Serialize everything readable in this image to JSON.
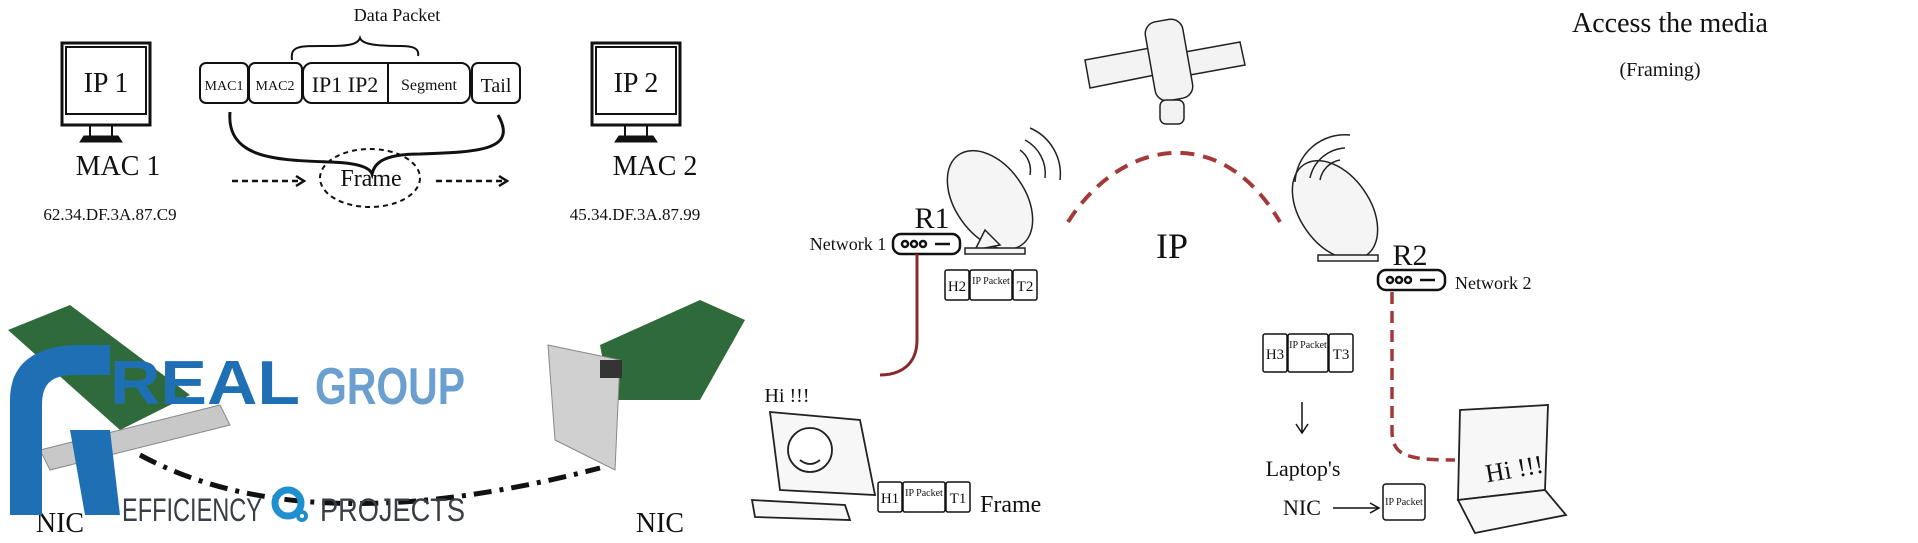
{
  "left_diagram": {
    "host1": {
      "ip_label": "IP 1",
      "mac_label": "MAC 1",
      "mac_address": "62.34.DF.3A.87.C9"
    },
    "host2": {
      "ip_label": "IP 2",
      "mac_label": "MAC 2",
      "mac_address": "45.34.DF.3A.87.99"
    },
    "data_packet_label": "Data Packet",
    "frame_fields": [
      "MAC1",
      "MAC2",
      "IP1 IP2",
      "Segment",
      "Tail"
    ],
    "frame_label": "Frame",
    "nic_left_label": "NIC",
    "nic_right_label": "NIC"
  },
  "logo": {
    "line1_dark": "REAL",
    "line1_light": "GROUP",
    "line2_left": "EFFICIENCY",
    "line2_right": "PROJECTS",
    "colors": {
      "dark": "#1f6fb5",
      "light": "#6a9fd0",
      "gray": "#3a3f47"
    }
  },
  "right_diagram": {
    "title": "Access the media",
    "subtitle": "(Framing)",
    "ip_label": "IP",
    "router1": {
      "name": "R1",
      "network": "Network 1",
      "packet": [
        "H2",
        "IP Packet",
        "T2"
      ]
    },
    "router2": {
      "name": "R2",
      "network": "Network 2",
      "packet": [
        "H3",
        "IP Packet",
        "T3"
      ]
    },
    "sender": {
      "greeting": "Hi !!!",
      "packet": [
        "H1",
        "IP Packet",
        "T1"
      ],
      "packet_label": "Frame"
    },
    "receiver": {
      "nic_label_line1": "Laptop's",
      "nic_label_line2": "NIC",
      "packet": "IP Packet",
      "screen_text": "Hi !!!"
    },
    "link_color": "#a33a3a"
  }
}
